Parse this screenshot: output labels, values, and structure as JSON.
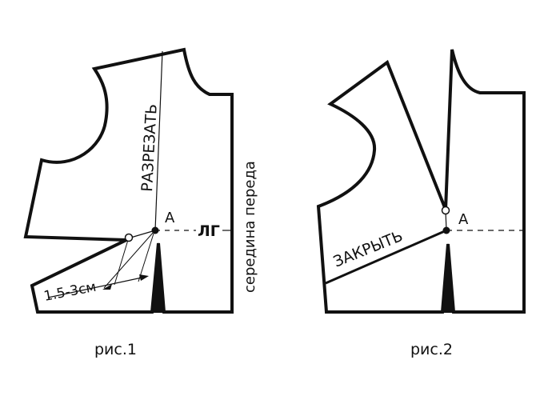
{
  "fig1": {
    "caption": "рис.1",
    "cut_label": "РАЗРЕЗАТЬ",
    "point_label": "А",
    "line_label": "ЛГ",
    "measure_label": "1.5-3см",
    "side_label": "середина переда"
  },
  "fig2": {
    "caption": "рис.2",
    "close_label": "ЗАКРЫТЬ",
    "point_label": "А"
  }
}
